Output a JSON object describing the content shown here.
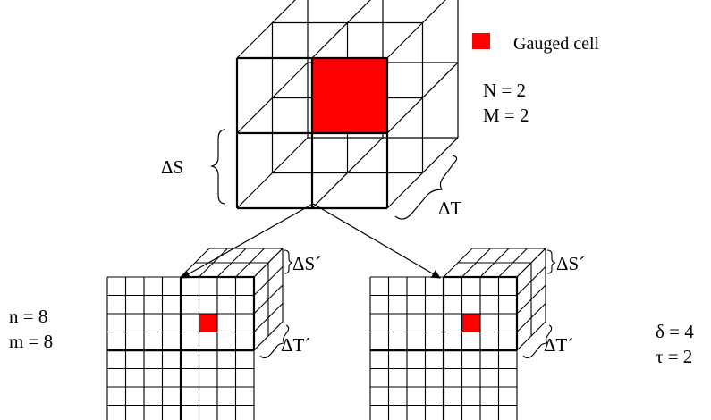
{
  "legend": {
    "label": "Gauged cell",
    "swatch_color": "#ff0000"
  },
  "coarse": {
    "n_label": "N = 2",
    "m_label": "M = 2"
  },
  "labels": {
    "delta_s": "ΔS",
    "delta_t": "ΔT",
    "delta_s_prime_left": "ΔS´",
    "delta_t_prime_left": "ΔT´",
    "delta_s_prime_right": "ΔS´",
    "delta_t_prime_right": "ΔT´"
  },
  "fine": {
    "n_label": "n = 8",
    "m_label": "m = 8"
  },
  "params": {
    "delta_label": "δ = 4",
    "tau_label": "τ = 2"
  },
  "colors": {
    "gauged": "#ff0000",
    "line": "#000000"
  }
}
